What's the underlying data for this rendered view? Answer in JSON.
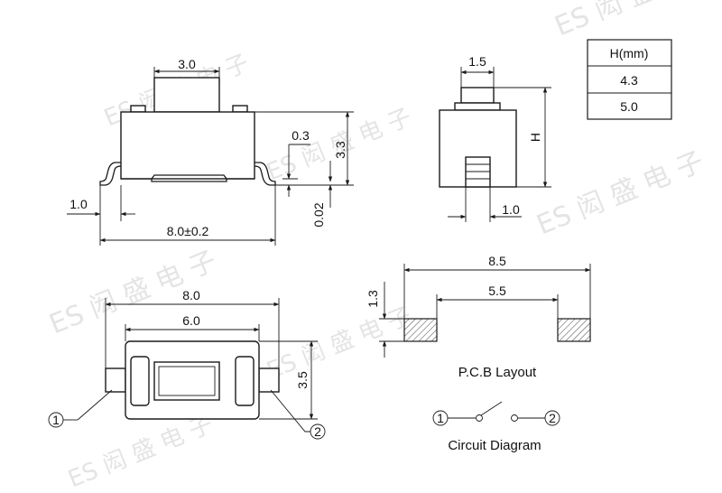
{
  "dimensions": {
    "top_plunger_width": "3.0",
    "top_plunger_height": "0.3",
    "top_height": "3.3",
    "top_offset": "0.02",
    "top_lead": "1.0",
    "top_total_width": "8.0±0.2",
    "side_plunger_width": "1.5",
    "side_height_label": "H",
    "side_lead": "1.0",
    "bottom_total_width": "8.0",
    "bottom_inner_width": "6.0",
    "bottom_height": "3.5",
    "pcb_total_width": "8.5",
    "pcb_inner_width": "5.5",
    "pcb_pad_height": "1.3"
  },
  "height_table": {
    "header": "H(mm)",
    "rows": [
      "4.3",
      "5.0"
    ]
  },
  "labels": {
    "pcb_layout": "P.C.B Layout",
    "circuit_diagram": "Circuit Diagram",
    "pin1": "1",
    "pin2": "2"
  },
  "watermark": {
    "text": "ES 闳 盛 电 子"
  }
}
